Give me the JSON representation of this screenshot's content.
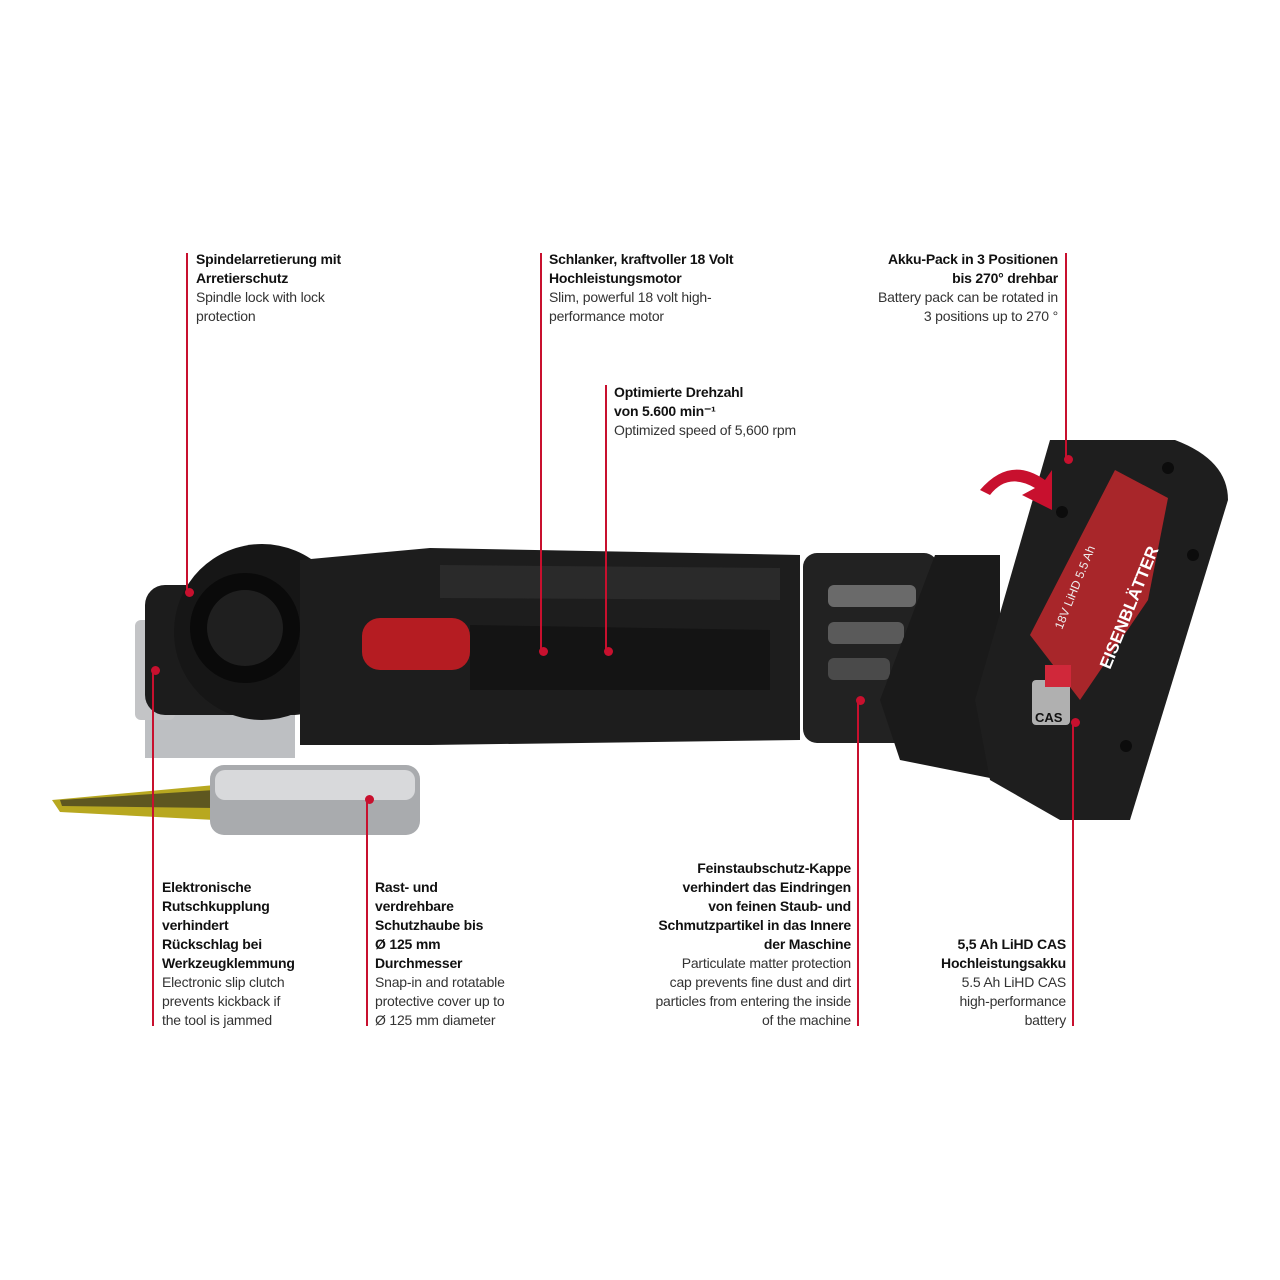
{
  "accent_color": "#c8102e",
  "product": {
    "brand_logo_text": "EISENBLÄTTER",
    "battery_label": "18V LiHD 5.5 Ah",
    "cas_badge": "CAS"
  },
  "callouts": [
    {
      "de": "Spindelarretierung mit\nArretierschutz",
      "en": "Spindle lock with lock\nprotection"
    },
    {
      "de": "Schlanker, kraftvoller 18 Volt\nHochleistungsmotor",
      "en": "Slim, powerful 18 volt high-\nperformance motor"
    },
    {
      "de": "Optimierte Drehzahl\nvon 5.600 min⁻¹",
      "en": "Optimized speed of 5,600 rpm"
    },
    {
      "de": "Akku-Pack in 3 Positionen\nbis 270° drehbar",
      "en": "Battery pack can be rotated in\n3 positions up to 270 °"
    },
    {
      "de": "Elektronische\nRutschkupplung\nverhindert\nRückschlag bei\nWerkzeugklemmung",
      "en": "Electronic slip clutch\nprevents kickback if\nthe tool is jammed"
    },
    {
      "de": "Rast- und\nverdrehbare\nSchutzhaube bis\nØ 125 mm\nDurchmesser",
      "en": "Snap-in and rotatable\nprotective cover up to\nØ 125 mm diameter"
    },
    {
      "de": "Feinstaubschutz-Kappe\nverhindert das Eindringen\nvon feinen Staub- und\nSchmutzpartikel in das Innere\nder Maschine",
      "en": "Particulate matter protection\ncap prevents fine dust and dirt\nparticles from entering the inside\nof the machine"
    },
    {
      "de": "5,5 Ah LiHD CAS\nHochleistungsakku",
      "en": "5.5 Ah LiHD CAS\nhigh-performance\nbattery"
    }
  ]
}
